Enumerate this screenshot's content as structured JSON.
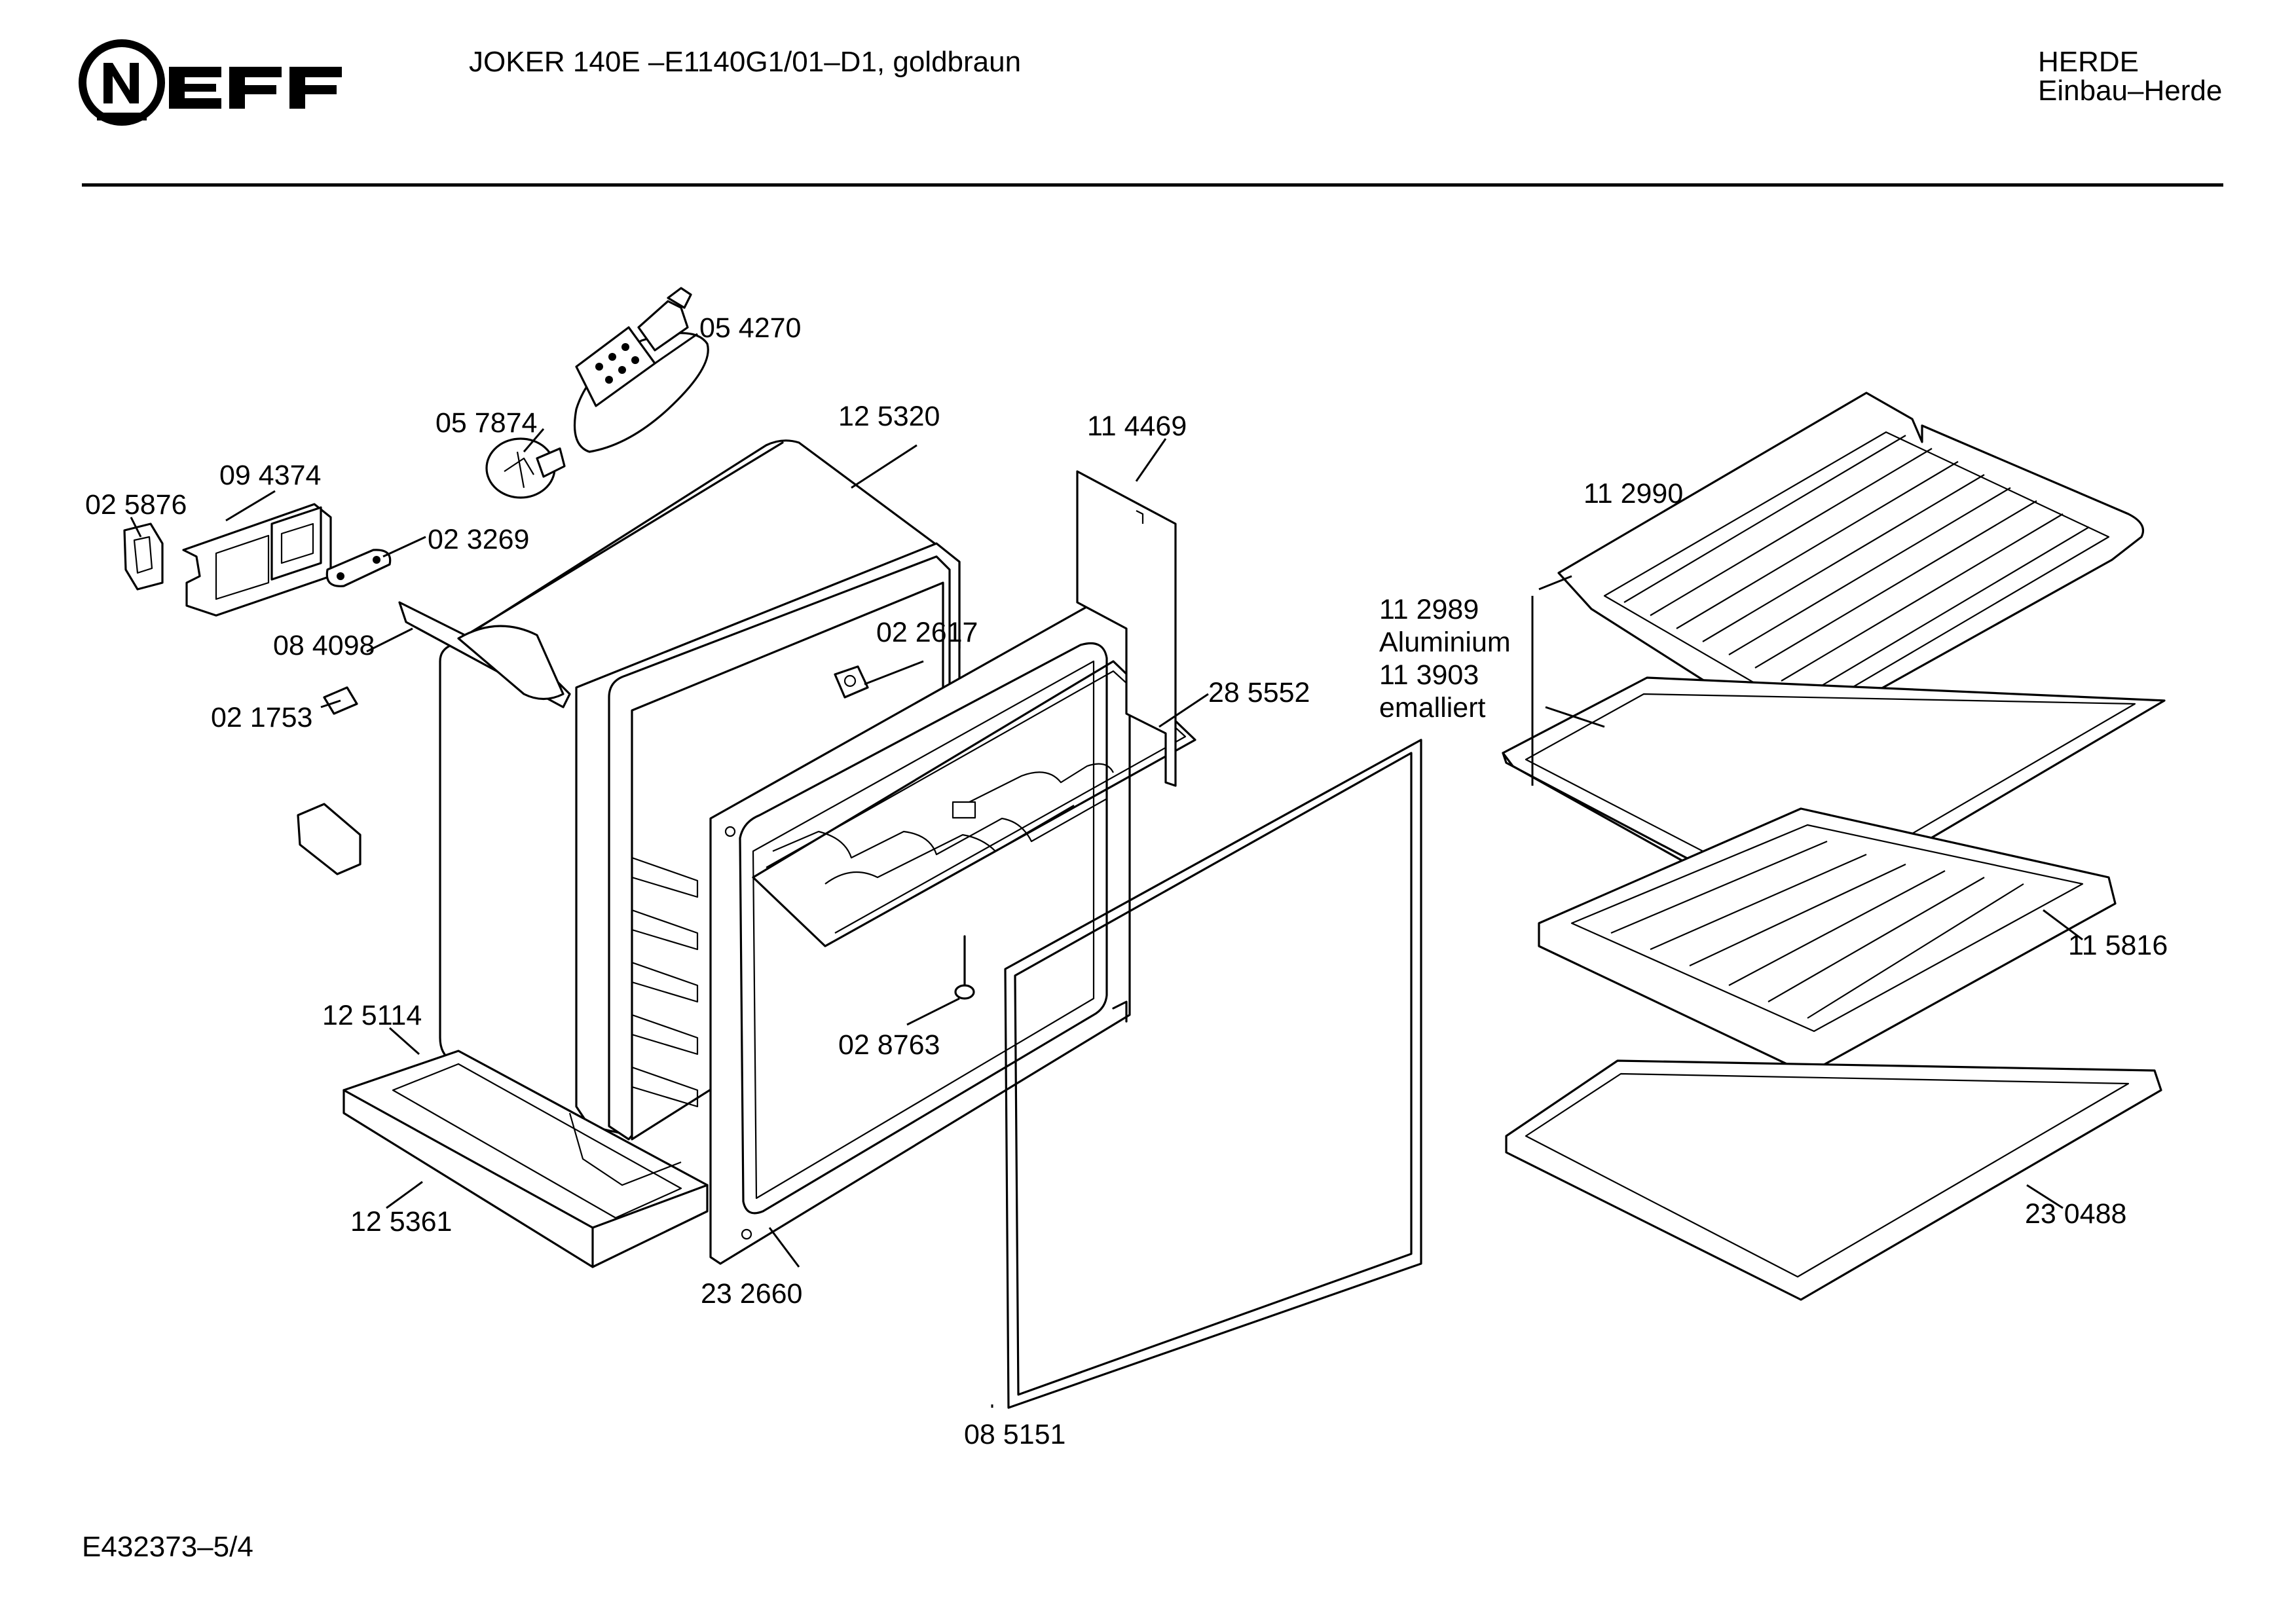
{
  "brand": {
    "name": "NEFF"
  },
  "header": {
    "model": "JOKER 140E –E1140G1/01–D1, goldbraun",
    "category": "HERDE",
    "subcategory": "Einbau–Herde"
  },
  "parts": {
    "p054270": "05 4270",
    "p057874": "05 7874",
    "p125320": "12 5320",
    "p114469": "11 4469",
    "p094374": "09 4374",
    "p025876": "02 5876",
    "p023269": "02 3269",
    "p084098": "08 4098",
    "p021753": "02 1753",
    "p022617": "02 2617",
    "p285552": "28 5552",
    "p112990": "11 2990",
    "p112989": "11 2989",
    "aluminium": "Aluminium",
    "p113903": "11 3903",
    "emalliert": "emalliert",
    "p125114": "12 5114",
    "p028763": "02 8763",
    "p115816": "11 5816",
    "p125361": "12 5361",
    "p232660": "23 2660",
    "p230488": "23 0488",
    "p085151": "08 5151"
  },
  "footer": {
    "code": "E432373–5/4"
  }
}
